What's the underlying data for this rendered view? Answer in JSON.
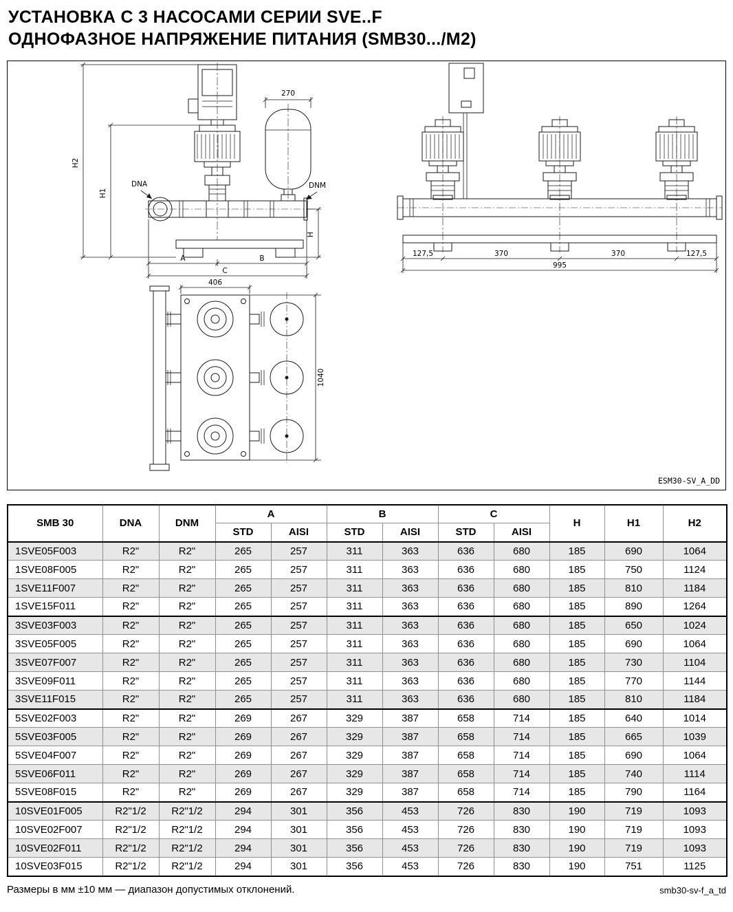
{
  "page": {
    "title_line1": "УСТАНОВКА С 3 НАСОСАМИ СЕРИИ SVE..F",
    "title_line2": "ОДНОФАЗНОЕ НАПРЯЖЕНИЕ ПИТАНИЯ (SMB30.../M2)",
    "footer_note": "Размеры в мм ±10 мм — диапазон допустимых отклонений.",
    "doc_code": "smb30-sv-f_a_td"
  },
  "drawing": {
    "code": "ESM30-SV_A_DD",
    "labels": {
      "dim_270": "270",
      "h2": "H2",
      "h1": "H1",
      "h": "H",
      "dna": "DNA",
      "dnm": "DNM",
      "a": "A",
      "b": "B",
      "c": "C",
      "dim_406": "406",
      "dim_1040": "1040",
      "dim_127_left": "127,5",
      "dim_370_left": "370",
      "dim_370_right": "370",
      "dim_127_right": "127,5",
      "dim_995": "995"
    }
  },
  "table": {
    "columns": {
      "model": "SMB 30",
      "dna": "DNA",
      "dnm": "DNM",
      "a": "A",
      "b": "B",
      "c": "C",
      "h": "H",
      "h1": "H1",
      "h2": "H2",
      "std": "STD",
      "aisi": "AISI"
    },
    "groups": [
      4,
      5,
      5,
      4
    ],
    "rows": [
      [
        "1SVE05F003",
        "R2\"",
        "R2\"",
        "265",
        "257",
        "311",
        "363",
        "636",
        "680",
        "185",
        "690",
        "1064"
      ],
      [
        "1SVE08F005",
        "R2\"",
        "R2\"",
        "265",
        "257",
        "311",
        "363",
        "636",
        "680",
        "185",
        "750",
        "1124"
      ],
      [
        "1SVE11F007",
        "R2\"",
        "R2\"",
        "265",
        "257",
        "311",
        "363",
        "636",
        "680",
        "185",
        "810",
        "1184"
      ],
      [
        "1SVE15F011",
        "R2\"",
        "R2\"",
        "265",
        "257",
        "311",
        "363",
        "636",
        "680",
        "185",
        "890",
        "1264"
      ],
      [
        "3SVE03F003",
        "R2\"",
        "R2\"",
        "265",
        "257",
        "311",
        "363",
        "636",
        "680",
        "185",
        "650",
        "1024"
      ],
      [
        "3SVE05F005",
        "R2\"",
        "R2\"",
        "265",
        "257",
        "311",
        "363",
        "636",
        "680",
        "185",
        "690",
        "1064"
      ],
      [
        "3SVE07F007",
        "R2\"",
        "R2\"",
        "265",
        "257",
        "311",
        "363",
        "636",
        "680",
        "185",
        "730",
        "1104"
      ],
      [
        "3SVE09F011",
        "R2\"",
        "R2\"",
        "265",
        "257",
        "311",
        "363",
        "636",
        "680",
        "185",
        "770",
        "1144"
      ],
      [
        "3SVE11F015",
        "R2\"",
        "R2\"",
        "265",
        "257",
        "311",
        "363",
        "636",
        "680",
        "185",
        "810",
        "1184"
      ],
      [
        "5SVE02F003",
        "R2\"",
        "R2\"",
        "269",
        "267",
        "329",
        "387",
        "658",
        "714",
        "185",
        "640",
        "1014"
      ],
      [
        "5SVE03F005",
        "R2\"",
        "R2\"",
        "269",
        "267",
        "329",
        "387",
        "658",
        "714",
        "185",
        "665",
        "1039"
      ],
      [
        "5SVE04F007",
        "R2\"",
        "R2\"",
        "269",
        "267",
        "329",
        "387",
        "658",
        "714",
        "185",
        "690",
        "1064"
      ],
      [
        "5SVE06F011",
        "R2\"",
        "R2\"",
        "269",
        "267",
        "329",
        "387",
        "658",
        "714",
        "185",
        "740",
        "1114"
      ],
      [
        "5SVE08F015",
        "R2\"",
        "R2\"",
        "269",
        "267",
        "329",
        "387",
        "658",
        "714",
        "185",
        "790",
        "1164"
      ],
      [
        "10SVE01F005",
        "R2\"1/2",
        "R2\"1/2",
        "294",
        "301",
        "356",
        "453",
        "726",
        "830",
        "190",
        "719",
        "1093"
      ],
      [
        "10SVE02F007",
        "R2\"1/2",
        "R2\"1/2",
        "294",
        "301",
        "356",
        "453",
        "726",
        "830",
        "190",
        "719",
        "1093"
      ],
      [
        "10SVE02F011",
        "R2\"1/2",
        "R2\"1/2",
        "294",
        "301",
        "356",
        "453",
        "726",
        "830",
        "190",
        "719",
        "1093"
      ],
      [
        "10SVE03F015",
        "R2\"1/2",
        "R2\"1/2",
        "294",
        "301",
        "356",
        "453",
        "726",
        "830",
        "190",
        "751",
        "1125"
      ]
    ]
  }
}
